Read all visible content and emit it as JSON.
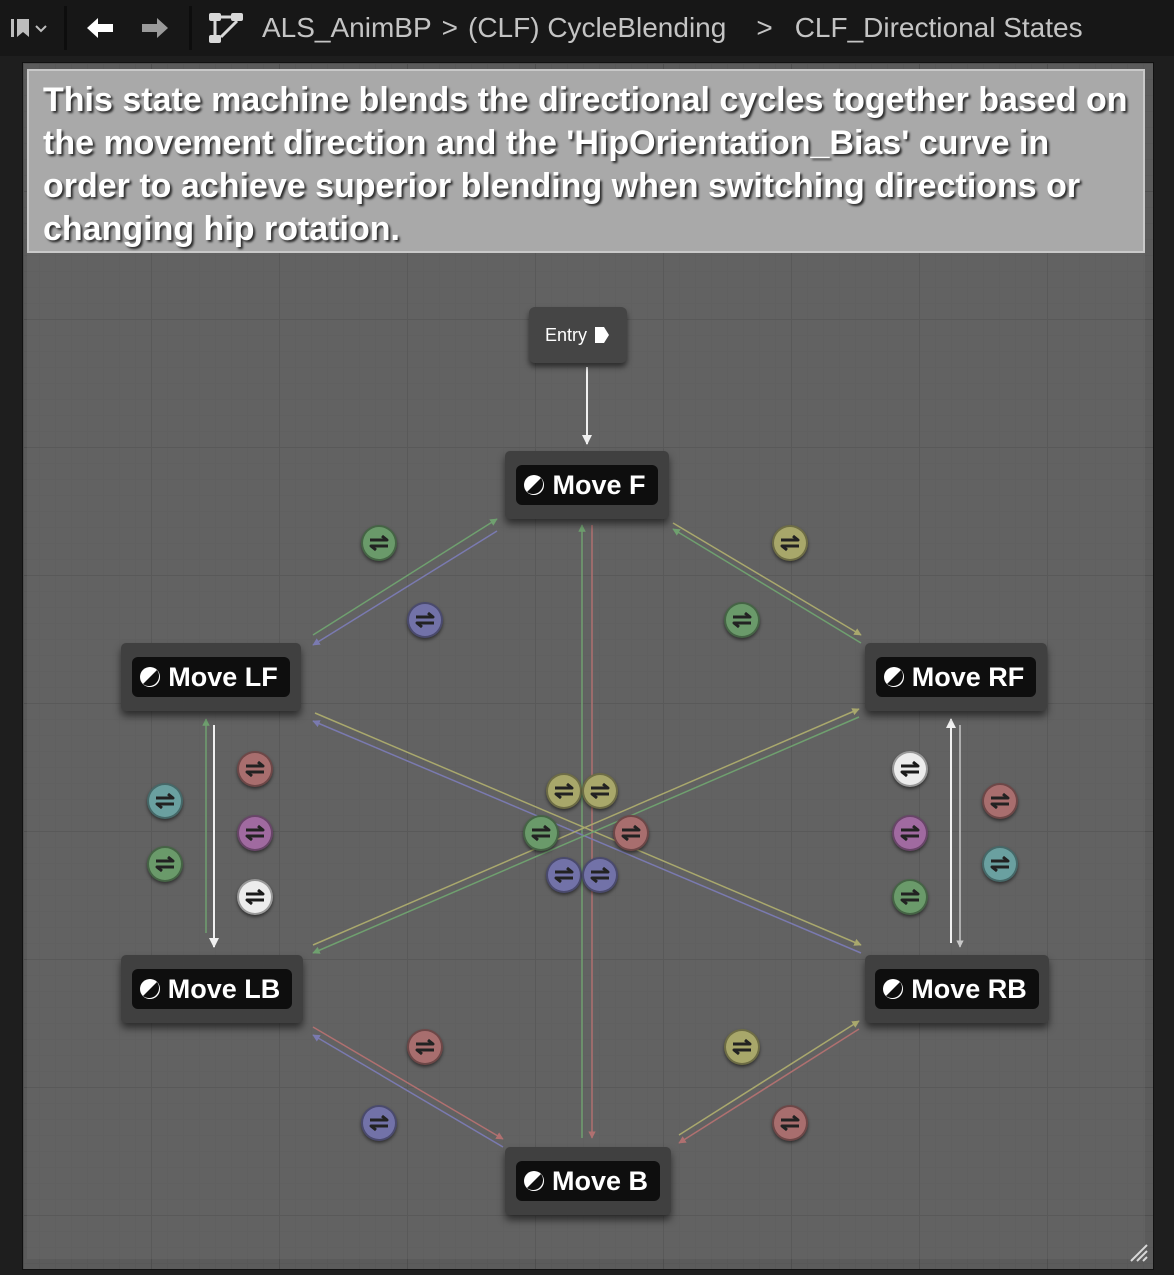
{
  "toolbar": {
    "bookmark_icon": "bookmark-icon",
    "back_icon": "back-arrow-icon",
    "forward_icon": "forward-arrow-icon",
    "graph_icon": "state-machine-icon"
  },
  "breadcrumb": {
    "items": [
      "ALS_AnimBP",
      "(CLF) CycleBlending",
      "CLF_Directional States"
    ],
    "separator": ">"
  },
  "comment": {
    "text": "This state machine blends the directional cycles together based on the movement direction and the 'HipOrientation_Bias' curve in order to achieve superior blending when switching directions or changing hip rotation."
  },
  "entry": {
    "label": "Entry"
  },
  "states": {
    "f": "Move F",
    "lf": "Move LF",
    "rf": "Move RF",
    "lb": "Move LB",
    "rb": "Move RB",
    "b": "Move B"
  },
  "colors": {
    "green": "#6a9a6a",
    "olive": "#a8a76a",
    "blue": "#7272a8",
    "red": "#a86e6e",
    "purple": "#a06aa0",
    "teal": "#6aa0a0",
    "white": "#ececec"
  }
}
